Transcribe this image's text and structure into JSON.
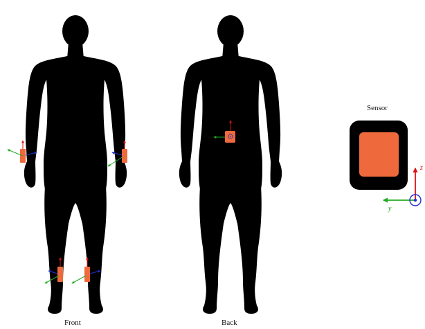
{
  "labels": {
    "front": "Front",
    "back": "Back",
    "sensor": "Sensor",
    "axis_y": "y",
    "axis_z": "z"
  },
  "colors": {
    "body": "#000000",
    "sensor_fill": "#ee6a3c",
    "axis_x": "#1f2fd0",
    "axis_y": "#22aa22",
    "axis_z": "#dd1111"
  },
  "sensors": [
    {
      "view": "front",
      "location": "right wrist"
    },
    {
      "view": "front",
      "location": "left wrist"
    },
    {
      "view": "front",
      "location": "right ankle"
    },
    {
      "view": "front",
      "location": "left ankle"
    },
    {
      "view": "back",
      "location": "lower back"
    }
  ]
}
